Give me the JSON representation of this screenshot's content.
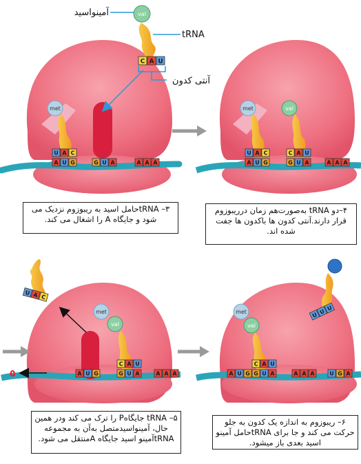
{
  "labels": {
    "amino_acid": "آمینواسید",
    "trna": "tRNA",
    "anticodon": "آنتی کدون",
    "val": "val",
    "met": "met",
    "release_number": "۵"
  },
  "codons": {
    "top_trna": [
      "C",
      "A",
      "U"
    ],
    "met_anticodon": [
      "U",
      "A",
      "C"
    ],
    "start_codon": [
      "A",
      "U",
      "G"
    ],
    "val_codon": [
      "G",
      "U",
      "A"
    ],
    "next_codon": [
      "A",
      "A",
      "A"
    ],
    "last_codon": [
      "U",
      "G",
      "A"
    ],
    "new_trna": [
      "U",
      "U",
      "U"
    ]
  },
  "captions": {
    "c3": "۳– tRNAحامل اسید به ریبوزوم نزدیک می شود و جایگاه A را اشغال می کند.",
    "c4": "۴–دو tRNA به‌صورت‌هم زمان درریبوزوم قرار دارند.آنتی کدون ها باکدون ها جفت شده اند.",
    "c5": "۵– tRNA جایگاهP را ترک می کند ودر همین حال، آمینواسیدمتصل به‌آن به مجموعه tRNAآمینو اسید جایگاه Aمنتقل می شود.",
    "c6": "۶– ریبوزوم به اندازه یک کدون به جلو حرکت می کند و جا برای tRNAحامل آمینو اسید بعدی باز میشود."
  }
}
